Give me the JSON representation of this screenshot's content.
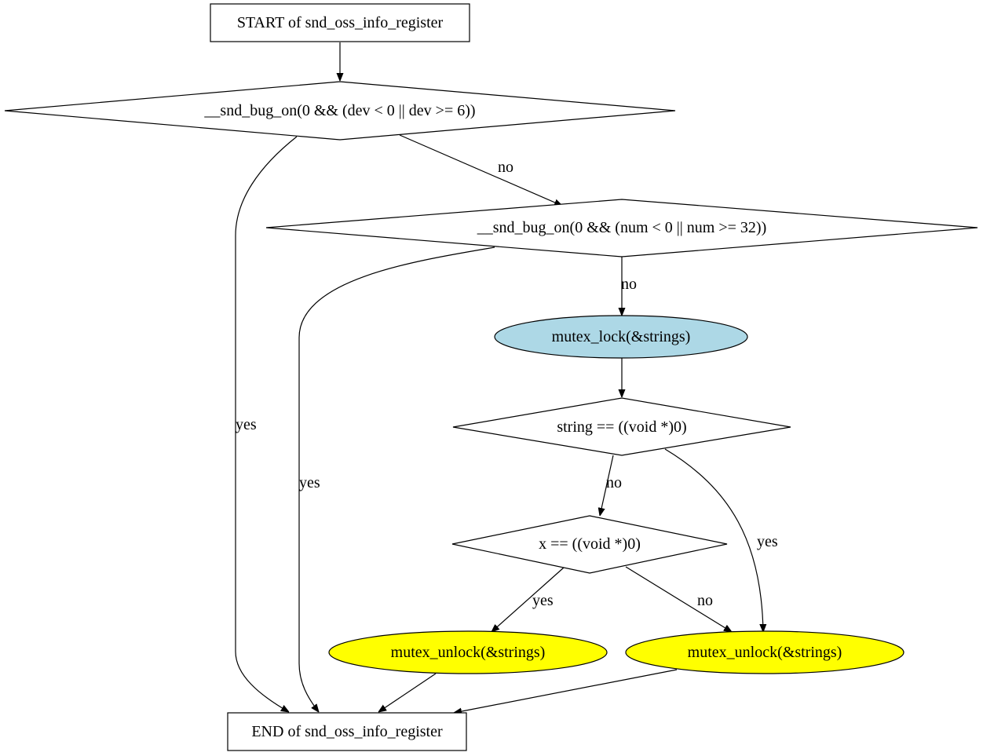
{
  "diagram": {
    "nodes": {
      "start": {
        "label": "START of snd_oss_info_register",
        "shape": "box"
      },
      "check_dev": {
        "label": "__snd_bug_on(0 && (dev < 0 || dev >= 6))",
        "shape": "diamond"
      },
      "check_num": {
        "label": "__snd_bug_on(0 && (num < 0 || num >= 32))",
        "shape": "diamond"
      },
      "mutex_lock": {
        "label": "mutex_lock(&strings)",
        "shape": "ellipse",
        "fill": "#add8e6"
      },
      "check_string": {
        "label": "string == ((void *)0)",
        "shape": "diamond"
      },
      "check_x": {
        "label": "x == ((void *)0)",
        "shape": "diamond"
      },
      "unlock_a": {
        "label": "mutex_unlock(&strings)",
        "shape": "ellipse",
        "fill": "#ffff00"
      },
      "unlock_b": {
        "label": "mutex_unlock(&strings)",
        "shape": "ellipse",
        "fill": "#ffff00"
      },
      "end": {
        "label": "END of snd_oss_info_register",
        "shape": "box"
      }
    },
    "edges": {
      "start_to_dev": {
        "from": "start",
        "to": "check_dev",
        "label": ""
      },
      "dev_no": {
        "from": "check_dev",
        "to": "check_num",
        "label": "no"
      },
      "dev_yes": {
        "from": "check_dev",
        "to": "end",
        "label": "yes"
      },
      "num_no": {
        "from": "check_num",
        "to": "mutex_lock",
        "label": "no"
      },
      "num_yes": {
        "from": "check_num",
        "to": "end",
        "label": "yes"
      },
      "lock_to_string": {
        "from": "mutex_lock",
        "to": "check_string",
        "label": ""
      },
      "string_no": {
        "from": "check_string",
        "to": "check_x",
        "label": "no"
      },
      "string_yes": {
        "from": "check_string",
        "to": "unlock_b",
        "label": "yes"
      },
      "x_yes": {
        "from": "check_x",
        "to": "unlock_a",
        "label": "yes"
      },
      "x_no": {
        "from": "check_x",
        "to": "unlock_b",
        "label": "no"
      },
      "unlock_a_to_end": {
        "from": "unlock_a",
        "to": "end",
        "label": ""
      },
      "unlock_b_to_end": {
        "from": "unlock_b",
        "to": "end",
        "label": ""
      }
    }
  }
}
